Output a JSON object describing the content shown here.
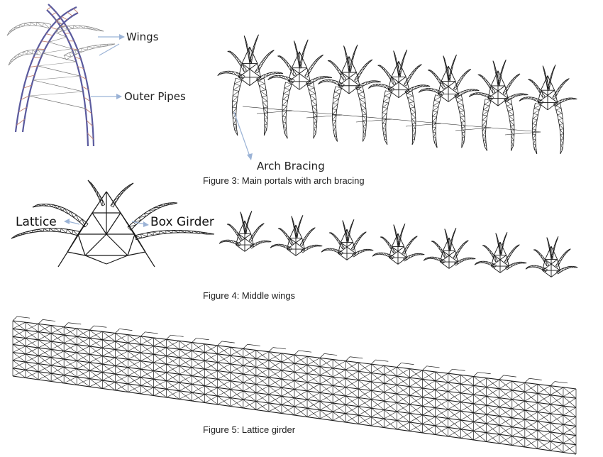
{
  "labels": {
    "wings": "Wings",
    "outer_pipes": "Outer Pipes",
    "arch_bracing": "Arch Bracing",
    "lattice": "Lattice",
    "box_girder": "Box Girder"
  },
  "captions": {
    "fig3": "Figure 3: Main portals with arch bracing",
    "fig4": "Figure 4: Middle wings",
    "fig5": "Figure 5: Lattice girder"
  },
  "colors": {
    "structure": "#1a1a1a",
    "outer_pipe": "#5a5a9e",
    "brace_red": "#c08070",
    "callout": "#9bb3d6"
  },
  "counts": {
    "portals": 7,
    "wing_units": 7
  }
}
